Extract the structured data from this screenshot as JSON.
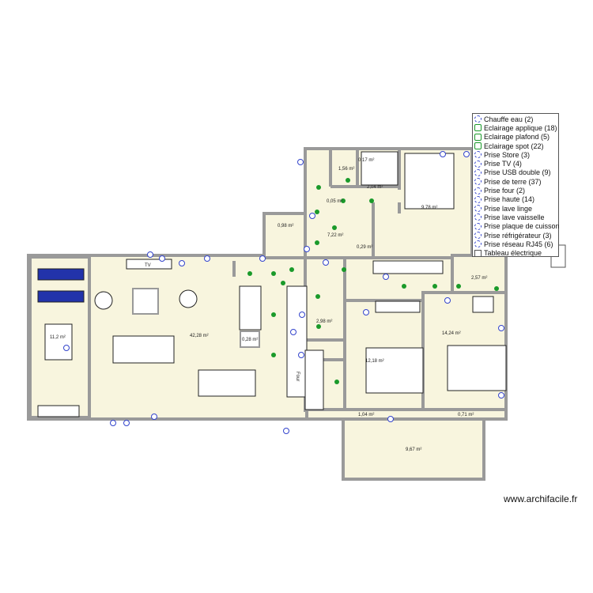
{
  "rooms": {
    "terrace": "11,2 m²",
    "living": "42,28 m²",
    "cupboard": "0,28 m²",
    "storage": "0,98 m²",
    "wc": "1,56 m²",
    "closet_small": "0,17 m²",
    "shower": "2,04 m²",
    "corridor_small": "0,05 m²",
    "hall": "7,22 m²",
    "cupboard2": "0,29 m²",
    "bedroom1": "9,78 m²",
    "laundry": "2,57 m²",
    "bathroom": "2,98 m²",
    "bedroom2": "12,18 m²",
    "bedroom3": "14,24 m²",
    "strip1": "1,04 m²",
    "strip2": "0,71 m²",
    "balcony": "9,67 m²"
  },
  "furniture_labels": {
    "tv": "TV",
    "oven": "Four"
  },
  "legend": [
    {
      "label": "Chauffe eau (2)",
      "icon": "water-heater",
      "color": "#3344cc"
    },
    {
      "label": "Eclairage applique (18)",
      "icon": "wall-light",
      "color": "#1a9a2a"
    },
    {
      "label": "Eclairage plafond (5)",
      "icon": "ceiling-light",
      "color": "#1a9a2a"
    },
    {
      "label": "Eclairage spot (22)",
      "icon": "spot-light",
      "color": "#1a9a2a"
    },
    {
      "label": "Prise Store (3)",
      "icon": "blind-outlet",
      "color": "#3344cc"
    },
    {
      "label": "Prise TV (4)",
      "icon": "tv-outlet",
      "color": "#3344cc"
    },
    {
      "label": "Prise USB double (9)",
      "icon": "usb-outlet",
      "color": "#3344cc"
    },
    {
      "label": "Prise de terre (37)",
      "icon": "ground-outlet",
      "color": "#3344cc"
    },
    {
      "label": "Prise four (2)",
      "icon": "oven-outlet",
      "color": "#3344cc"
    },
    {
      "label": "Prise haute (14)",
      "icon": "high-outlet",
      "color": "#3344cc"
    },
    {
      "label": "Prise lave linge",
      "icon": "washer-outlet",
      "color": "#3344cc"
    },
    {
      "label": "Prise lave vaisselle",
      "icon": "dishwasher-outlet",
      "color": "#3344cc"
    },
    {
      "label": "Prise plaque de cuisson",
      "icon": "hob-outlet",
      "color": "#3344cc"
    },
    {
      "label": "Prise réfrigérateur (3)",
      "icon": "fridge-outlet",
      "color": "#3344cc"
    },
    {
      "label": "Prise réseau RJ45 (6)",
      "icon": "network-outlet",
      "color": "#3344cc"
    },
    {
      "label": "Tableau électrique",
      "icon": "electrical-panel",
      "color": "#555555"
    }
  ],
  "watermark": "www.archifacile.fr"
}
